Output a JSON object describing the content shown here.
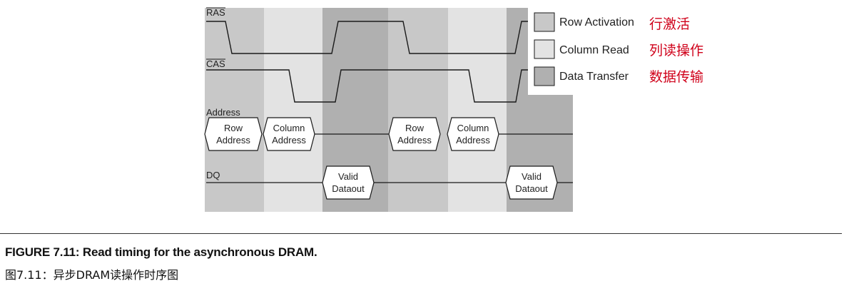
{
  "signals": {
    "ras": "RAS",
    "cas": "CAS",
    "address": "Address",
    "dq": "DQ"
  },
  "bus": {
    "row_address_1": [
      "Row",
      "Address"
    ],
    "column_address_1": [
      "Column",
      "Address"
    ],
    "row_address_2": [
      "Row",
      "Address"
    ],
    "column_address_2": [
      "Column",
      "Address"
    ],
    "valid_dataout_1": [
      "Valid",
      "Dataout"
    ],
    "valid_dataout_2": [
      "Valid",
      "Dataout"
    ]
  },
  "legend": {
    "items": [
      {
        "label": "Row Activation",
        "cn": "行激活",
        "color": "#c8c8c8"
      },
      {
        "label": "Column Read",
        "cn": "列读操作",
        "color": "#e3e3e3"
      },
      {
        "label": "Data Transfer",
        "cn": "数据传输",
        "color": "#b0b0b0"
      }
    ]
  },
  "colors": {
    "row_activation": "#c8c8c8",
    "column_read": "#e3e3e3",
    "data_transfer": "#b0b0b0",
    "line": "#1a1a1a",
    "chinese_label": "#d0021b"
  },
  "caption": {
    "figure_label": "FIGURE 7.11:",
    "title": " Read timing for the asynchronous DRAM.",
    "chinese": "图7.11：异步DRAM读操作时序图"
  }
}
